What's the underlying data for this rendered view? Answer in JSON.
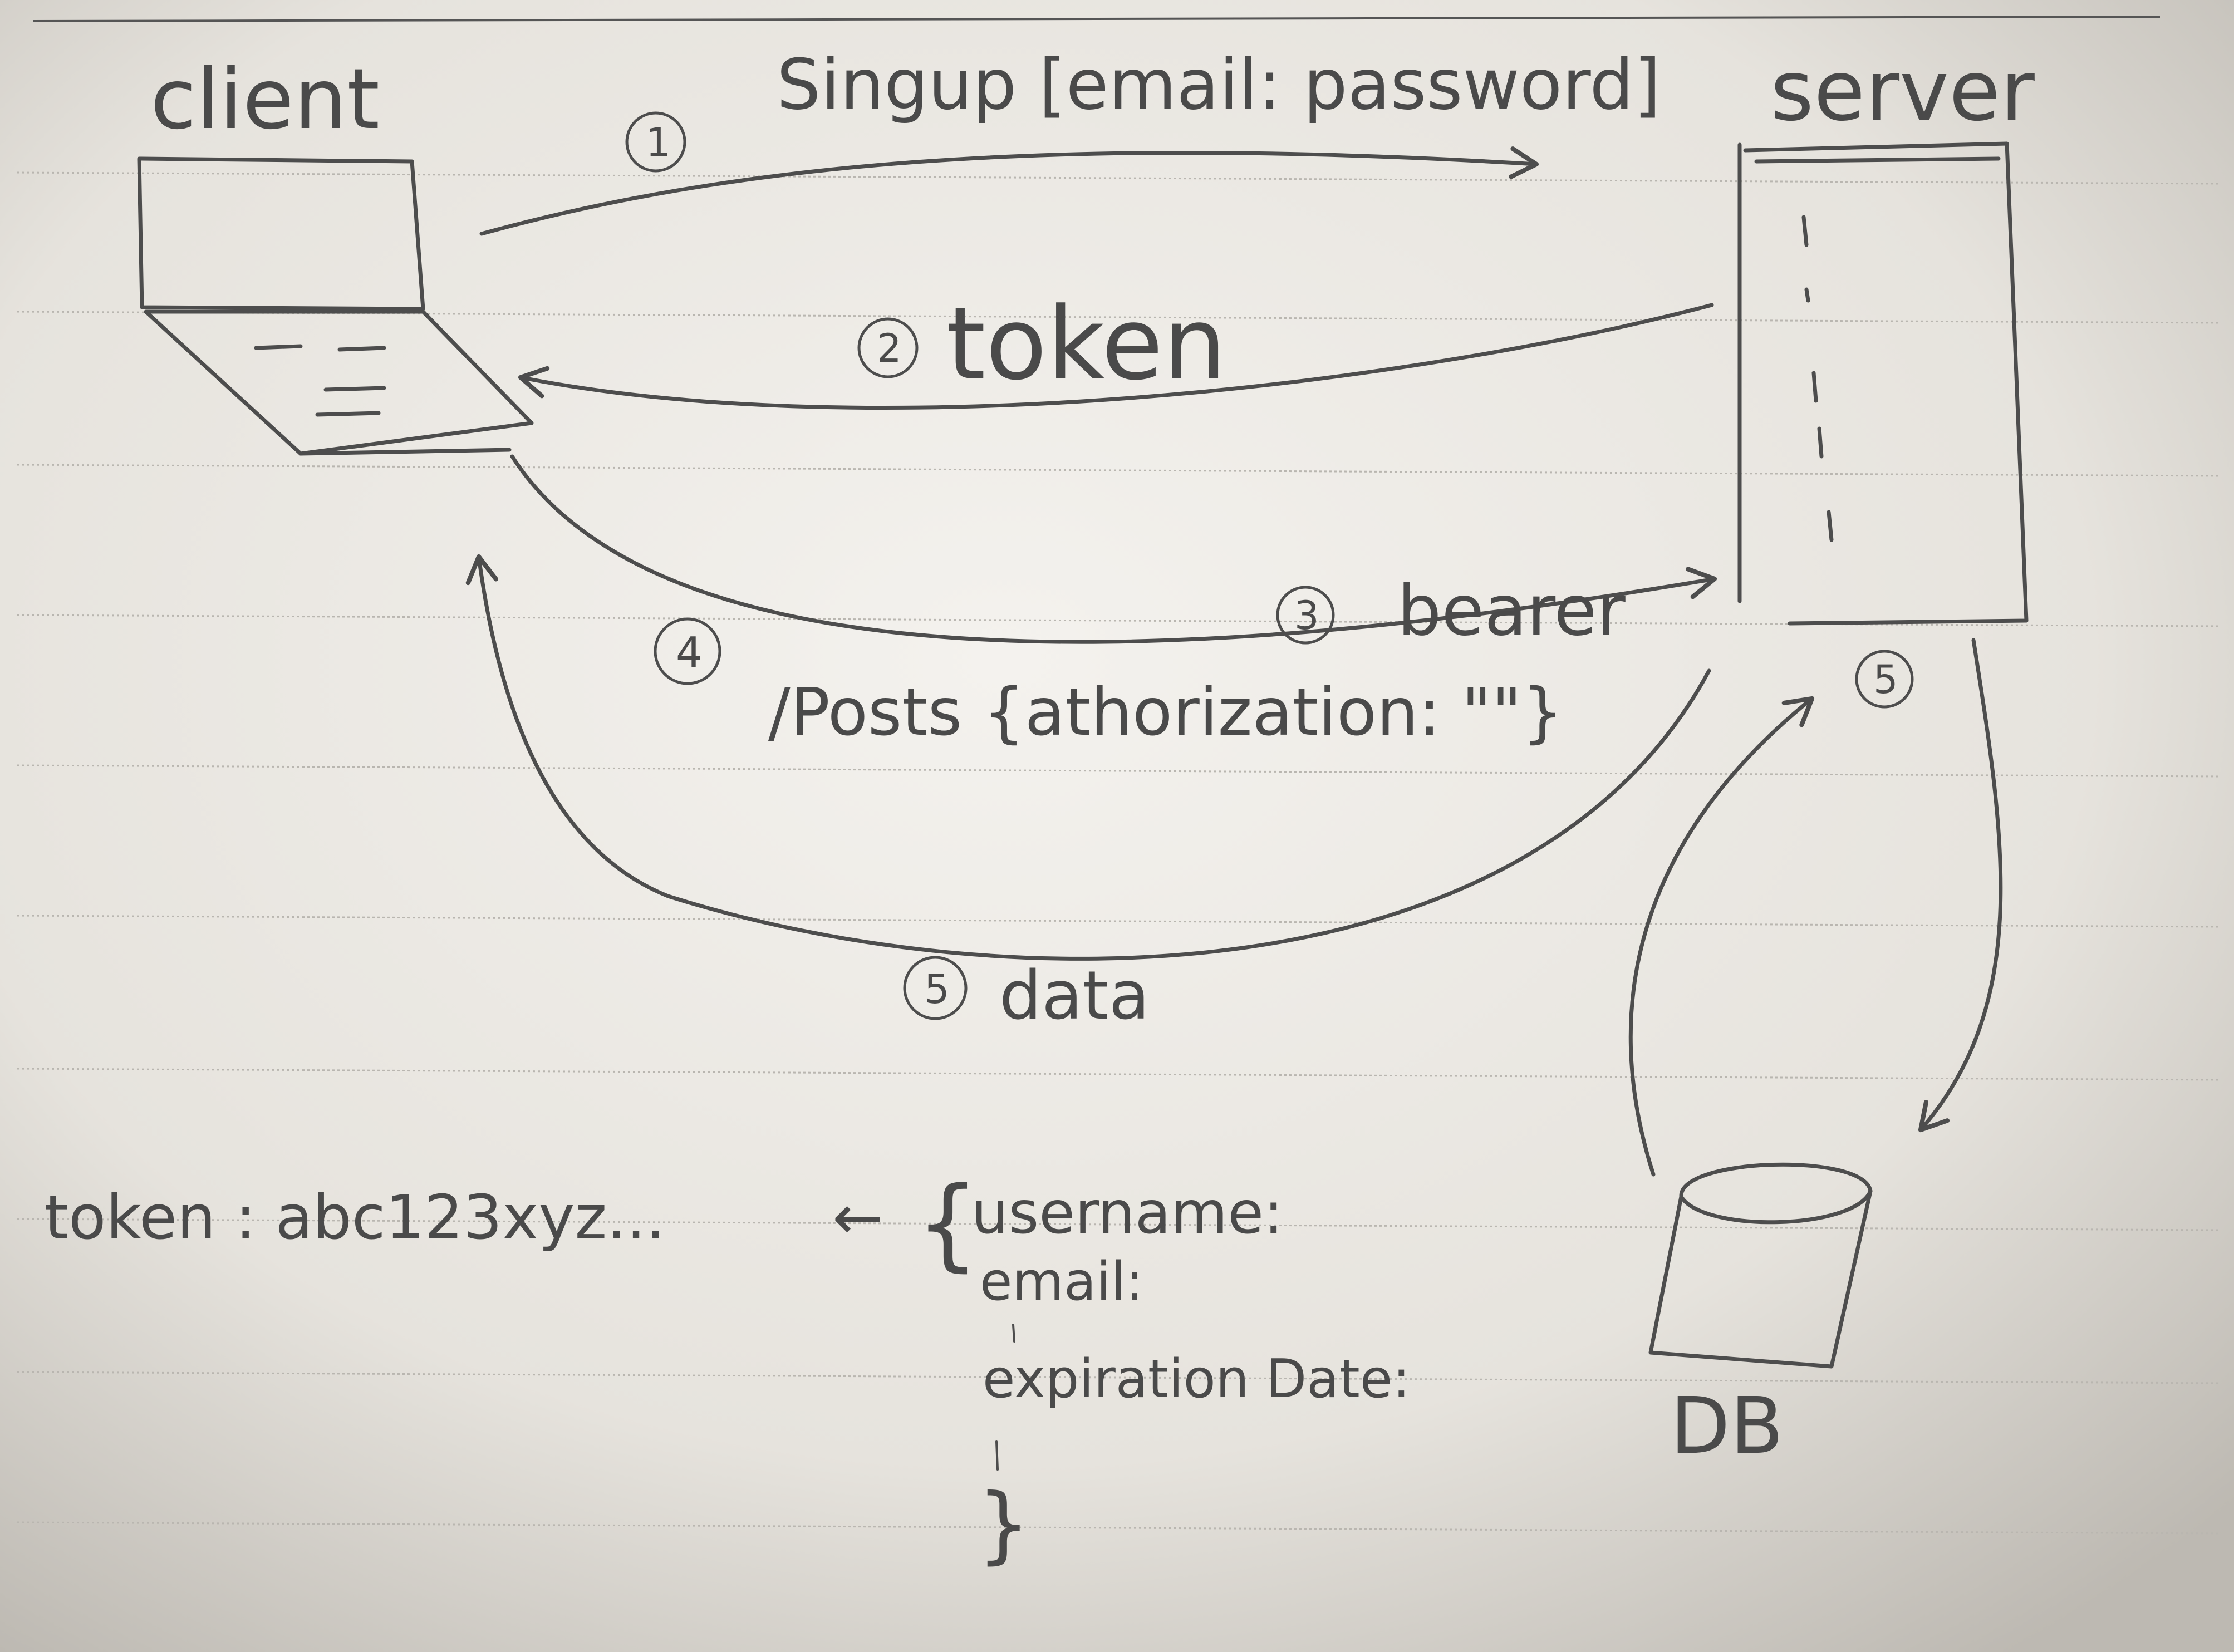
{
  "labels": {
    "client": "client",
    "server": "server",
    "db": "DB"
  },
  "arrows": {
    "signup": {
      "step": "1",
      "text": "Singup [email: password]"
    },
    "token": {
      "step": "2",
      "text": "token"
    },
    "bearer": {
      "step": "3",
      "text": "bearer"
    },
    "posts": {
      "step": "4",
      "text": "/Posts {athorization: \"\"}"
    },
    "db_query": {
      "step": "5"
    },
    "data": {
      "step": "5",
      "text": "data"
    }
  },
  "token_note": {
    "token_line": "token : abc123xyz...",
    "arrow": "←",
    "brace_open": "{",
    "fields": [
      "username:",
      "email:",
      "expiration Date:"
    ],
    "brace_close": "}"
  },
  "colors": {
    "paper": "#f3f1ec",
    "pencil": "#4d4d4d",
    "rule": "#b9b6b0"
  }
}
